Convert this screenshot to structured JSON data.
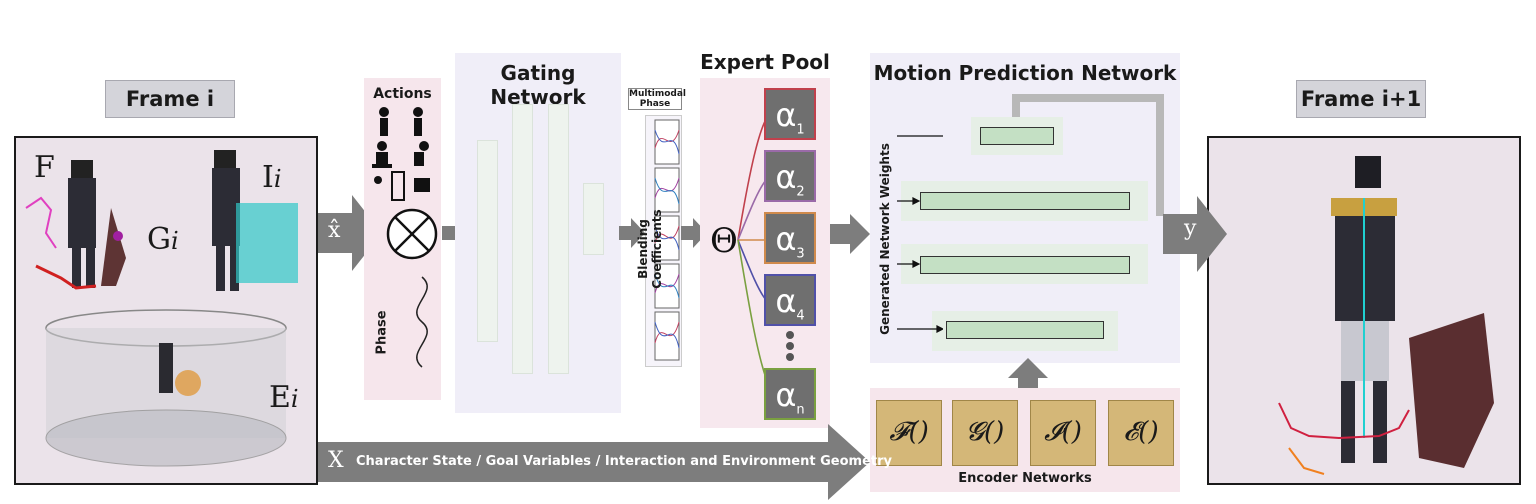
{
  "frames": {
    "left_label": "Frame i",
    "right_label": "Frame i+1"
  },
  "left_panel": {
    "letter_f": "F",
    "letter_g": "G",
    "letter_i": "I",
    "letter_e": "E",
    "subscript": "i"
  },
  "input_x_hat": "x̂",
  "actions": {
    "title": "Actions",
    "phase_label": "Phase"
  },
  "gating": {
    "title": "Gating Network",
    "multimodal_phase": "Multimodal Phase",
    "blending": "Blending Coefficients"
  },
  "experts": {
    "title": "Expert Pool",
    "alpha": "α",
    "items": [
      "1",
      "2",
      "3",
      "4",
      "n"
    ]
  },
  "mpn": {
    "title": "Motion Prediction Network",
    "side_label": "Generated Network Weights",
    "output": "y"
  },
  "bottom_arrow": {
    "x": "X",
    "text": "Character State / Goal Variables / Interaction and Environment Geometry"
  },
  "encoders": {
    "label": "Encoder Networks",
    "items": [
      "𝓕()",
      "𝓖()",
      "𝓘()",
      "𝓔()"
    ]
  },
  "colors": {
    "gate_bg": "#f0eef8",
    "actions_bg": "#f6e6ec",
    "expert_bg": "#f7e8ee",
    "expert_borders": [
      "#c0404c",
      "#9a6aa8",
      "#d08a4c",
      "#5050a8",
      "#7aa040"
    ]
  }
}
